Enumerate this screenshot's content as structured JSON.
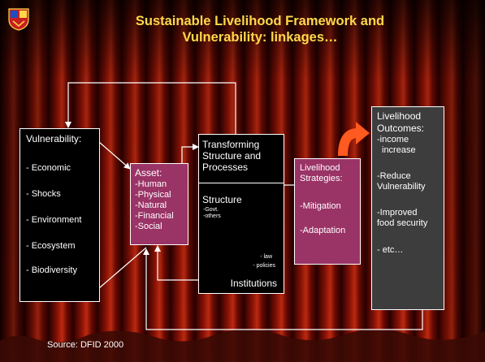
{
  "slide": {
    "title_line1": "Sustainable Livelihood Framework and",
    "title_line2": "Vulnerability: linkages…",
    "source": "Source: DFID 2000"
  },
  "vulnerability": {
    "heading": "Vulnerability:",
    "items": [
      "- Economic",
      "- Shocks",
      "- Environment",
      "- Ecosystem",
      "- Biodiversity"
    ]
  },
  "asset": {
    "heading": "Asset:",
    "items": [
      "-Human",
      "-Physical",
      "-Natural",
      "-Financial",
      "-Social"
    ]
  },
  "transforming": {
    "heading_line1": "Transforming",
    "heading_line2": "Structure and",
    "heading_line3": "Processes",
    "structure": "Structure",
    "structure_sub1": "-Govt.",
    "structure_sub2": "-others",
    "law": "- law",
    "policies": "- policies",
    "institutions": "Institutions"
  },
  "strategies": {
    "heading_line1": "Livelihood",
    "heading_line2": "Strategies:",
    "item1": "-Mitigation",
    "item2": "-Adaptation"
  },
  "outcomes": {
    "heading_line1": "Livelihood",
    "heading_line2": "Outcomes:",
    "item1_line1": "-income",
    "item1_line2": "increase",
    "item2_line1": "-Reduce",
    "item2_line2": "Vulnerability",
    "item3_line1": "-Improved",
    "item3_line2": "food security",
    "item4": "- etc…"
  },
  "colors": {
    "title": "#ffd84a",
    "curtain_dark": "#3a0000",
    "curtain_light": "#b01a0a",
    "asset_box": "#9a3366",
    "outcome_box": "#3d3d3d",
    "arrow": "#ff5a1f"
  }
}
